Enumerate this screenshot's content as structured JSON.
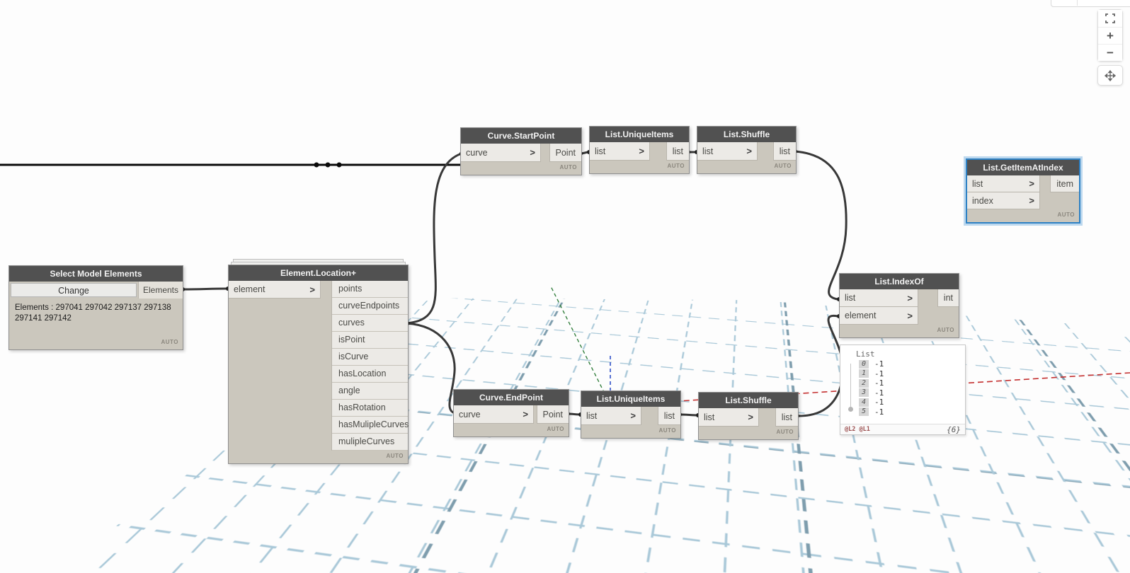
{
  "colors": {
    "selection_blue": "#2e81c4",
    "node_header": "#515151",
    "node_body": "#cbc7bd",
    "wire": "#383838",
    "grid_minor": "#a9c8d8",
    "grid_major": "#7e9dad",
    "axis_x_red": "#c43030",
    "axis_y_green": "#35803f",
    "axis_z_blue": "#3050c8"
  },
  "icons": {
    "chevron": ">",
    "zoom_in": "+",
    "zoom_out": "−",
    "fit_view": "fit-view-icon",
    "pan": "pan-icon"
  },
  "nodes": {
    "select_model_elements": {
      "title": "Select Model Elements",
      "button": "Change",
      "output": "Elements",
      "body_text": "Elements : 297041 297042 297137 297138 297141 297142",
      "state": "AUTO"
    },
    "element_location": {
      "title": "Element.Location+",
      "input": "element",
      "outputs": [
        "points",
        "curveEndpoints",
        "curves",
        "isPoint",
        "isCurve",
        "hasLocation",
        "angle",
        "hasRotation",
        "hasMulipleCurves",
        "mulipleCurves"
      ],
      "state": "AUTO"
    },
    "curve_startpoint": {
      "title": "Curve.StartPoint",
      "input": "curve",
      "output": "Point",
      "state": "AUTO"
    },
    "list_uniqueitems_top": {
      "title": "List.UniqueItems",
      "input": "list",
      "output": "list",
      "state": "AUTO"
    },
    "list_shuffle_top": {
      "title": "List.Shuffle",
      "input": "list",
      "output": "list",
      "state": "AUTO"
    },
    "list_getitematindex": {
      "title": "List.GetItemAtIndex",
      "input1": "list",
      "input2": "index",
      "output": "item",
      "state": "AUTO",
      "selected": true
    },
    "list_indexof": {
      "title": "List.IndexOf",
      "input1": "list",
      "input2": "element",
      "output": "int",
      "state": "AUTO"
    },
    "curve_endpoint": {
      "title": "Curve.EndPoint",
      "input": "curve",
      "output": "Point",
      "state": "AUTO"
    },
    "list_uniqueitems_bottom": {
      "title": "List.UniqueItems",
      "input": "list",
      "output": "list",
      "state": "AUTO"
    },
    "list_shuffle_bottom": {
      "title": "List.Shuffle",
      "input": "list",
      "output": "list",
      "state": "AUTO"
    }
  },
  "preview": {
    "header": "List",
    "items": [
      {
        "index": "0",
        "value": "-1"
      },
      {
        "index": "1",
        "value": "-1"
      },
      {
        "index": "2",
        "value": "-1"
      },
      {
        "index": "3",
        "value": "-1"
      },
      {
        "index": "4",
        "value": "-1"
      },
      {
        "index": "5",
        "value": "-1"
      }
    ],
    "lacing": "@L2 @L1",
    "count": "{6}"
  }
}
